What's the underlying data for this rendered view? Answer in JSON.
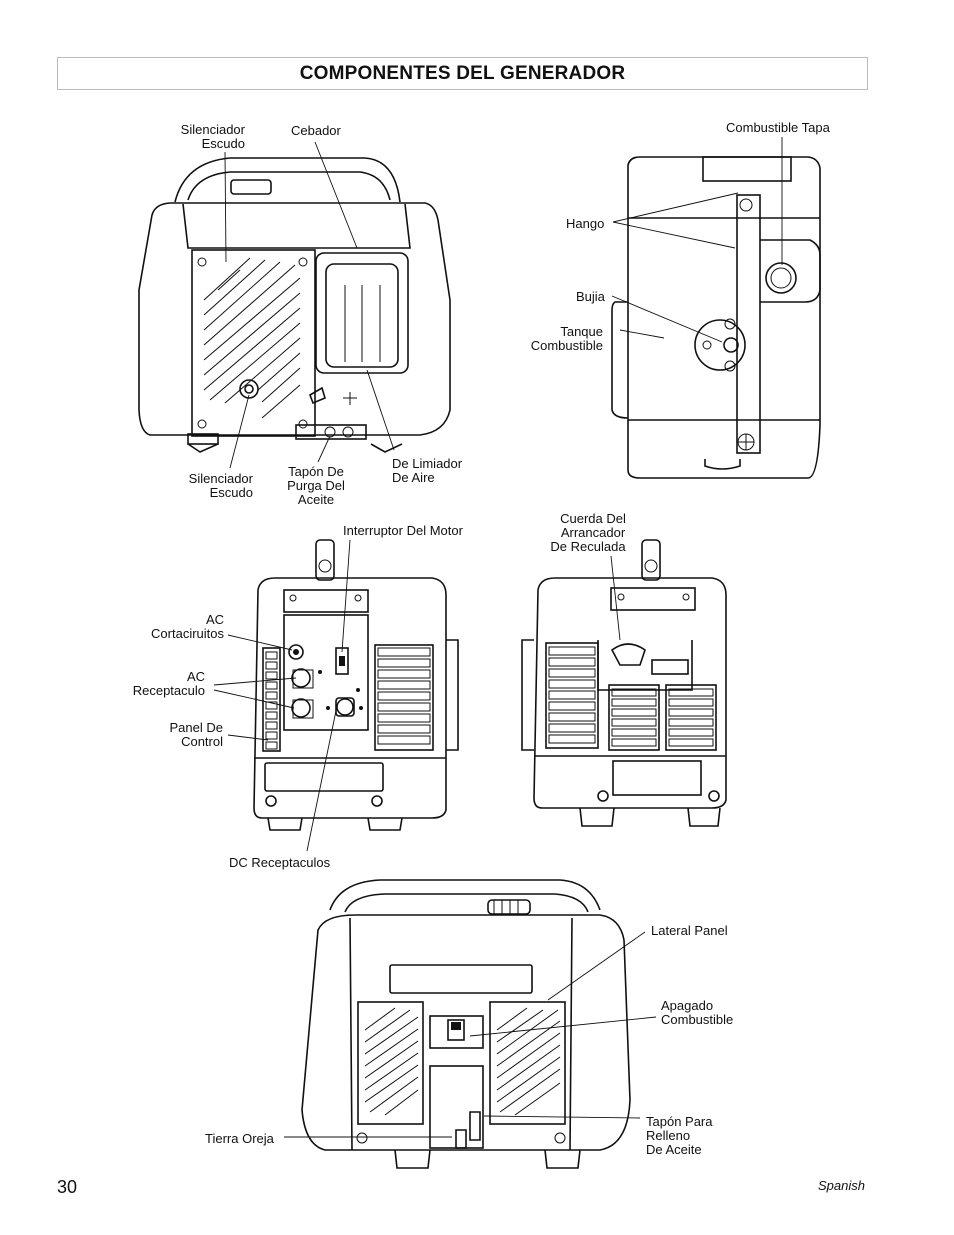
{
  "page": {
    "title": "COMPONENTES DEL GENERADOR",
    "page_number": "30",
    "language": "Spanish"
  },
  "labels": {
    "silenciador_escudo_top_1": "Silenciador",
    "silenciador_escudo_top_2": "Escudo",
    "cebador": "Cebador",
    "silenciador_escudo_bottom_1": "Silenciador",
    "silenciador_escudo_bottom_2": "Escudo",
    "tapon_purga_1": "Tapón De",
    "tapon_purga_2": "Purga Del",
    "tapon_purga_3": "Aceite",
    "limiador_aire_1": "De Limiador",
    "limiador_aire_2": "De Aire",
    "combustible_tapa": "Combustible Tapa",
    "hango": "Hango",
    "bujia": "Bujia",
    "tanque_1": "Tanque",
    "tanque_2": "Combustible",
    "interruptor_motor": "Interruptor Del Motor",
    "cuerda_1": "Cuerda Del",
    "cuerda_2": "Arrancador",
    "cuerda_3": "De Reculada",
    "ac_cortacircuitos_1": "AC",
    "ac_cortacircuitos_2": "Cortaciruitos",
    "ac_receptaculo_1": "AC",
    "ac_receptaculo_2": "Receptaculo",
    "panel_control_1": "Panel De",
    "panel_control_2": "Control",
    "dc_receptaculos": "DC Receptaculos",
    "lateral_panel": "Lateral Panel",
    "apagado_1": "Apagado",
    "apagado_2": "Combustible",
    "tierra_oreja": "Tierra Oreja",
    "tapon_relleno_1": "Tapón Para",
    "tapon_relleno_2": "Relleno",
    "tapon_relleno_3": "De Aceite"
  }
}
